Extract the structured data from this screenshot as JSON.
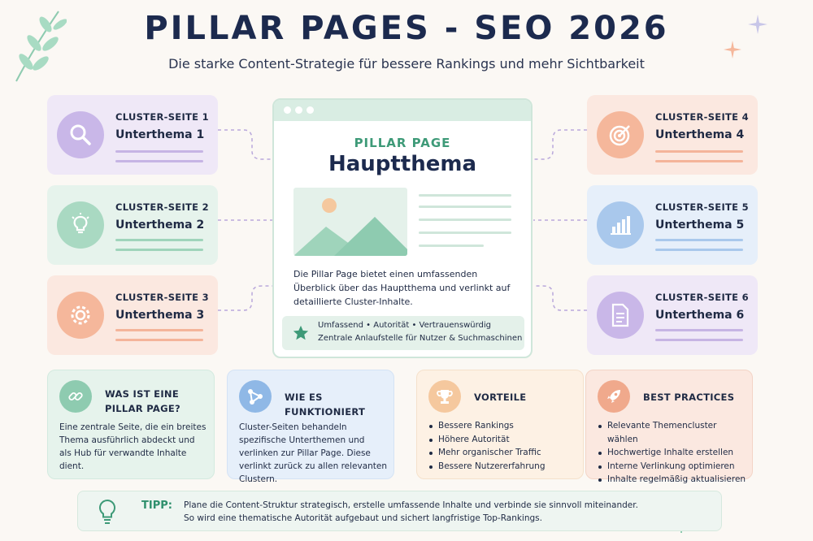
{
  "header": {
    "title": "PILLAR PAGES - SEO 2026",
    "subtitle": "Die starke Content-Strategie für bessere Rankings und mehr Sichtbarkeit"
  },
  "colors": {
    "purple": "#ece4f6",
    "green": "#e6f3ec",
    "orange": "#fbe8e0",
    "blue": "#e6effa",
    "accent_green": "#3e9a78",
    "navy": "#1c2a4e"
  },
  "clusters": [
    {
      "label": "CLUSTER-SEITE 1",
      "topic": "Unterthema 1",
      "icon": "magnifier-icon"
    },
    {
      "label": "CLUSTER-SEITE 2",
      "topic": "Unterthema 2",
      "icon": "lightbulb-icon"
    },
    {
      "label": "CLUSTER-SEITE 3",
      "topic": "Unterthema 3",
      "icon": "gear-icon"
    },
    {
      "label": "CLUSTER-SEITE 4",
      "topic": "Unterthema 4",
      "icon": "target-icon"
    },
    {
      "label": "CLUSTER-SEITE 5",
      "topic": "Unterthema 5",
      "icon": "bar-chart-icon"
    },
    {
      "label": "CLUSTER-SEITE 6",
      "topic": "Unterthema 6",
      "icon": "document-icon"
    }
  ],
  "pillar": {
    "label": "PILLAR PAGE",
    "title": "Hauptthema",
    "description": "Die Pillar Page bietet einen umfassenden Überblick über das Hauptthema und verlinkt auf detaillierte Cluster-Inhalte.",
    "tags": "Umfassend  •  Autorität  •  Vertrauenswürdig",
    "tagline": "Zentrale Anlaufstelle für Nutzer & Suchmaschinen"
  },
  "info": {
    "what": {
      "heading_line1": "WAS IST EINE",
      "heading_line2": "PILLAR PAGE?",
      "body": "Eine zentrale Seite, die ein breites Thema ausführlich abdeckt und als Hub für verwandte Inhalte dient."
    },
    "how": {
      "heading": "WIE ES FUNKTIONIERT",
      "body": "Cluster-Seiten behandeln spezifische Unterthemen und verlinken zur Pillar Page. Diese verlinkt zurück zu allen relevanten Clustern."
    },
    "benefits": {
      "heading": "VORTEILE",
      "items": [
        "Bessere Rankings",
        "Höhere Autorität",
        "Mehr organischer Traffic",
        "Bessere Nutzererfahrung"
      ]
    },
    "best": {
      "heading": "BEST PRACTICES",
      "items": [
        "Relevante Themencluster wählen",
        "Hochwertige Inhalte erstellen",
        "Interne Verlinkung optimieren",
        "Inhalte regelmäßig aktualisieren"
      ]
    }
  },
  "tip": {
    "label": "TIPP:",
    "line1": "Plane die Content-Struktur strategisch, erstelle umfassende Inhalte und verbinde sie sinnvoll miteinander.",
    "line2": "So wird eine thematische Autorität aufgebaut und sichert langfristige Top-Rankings."
  }
}
